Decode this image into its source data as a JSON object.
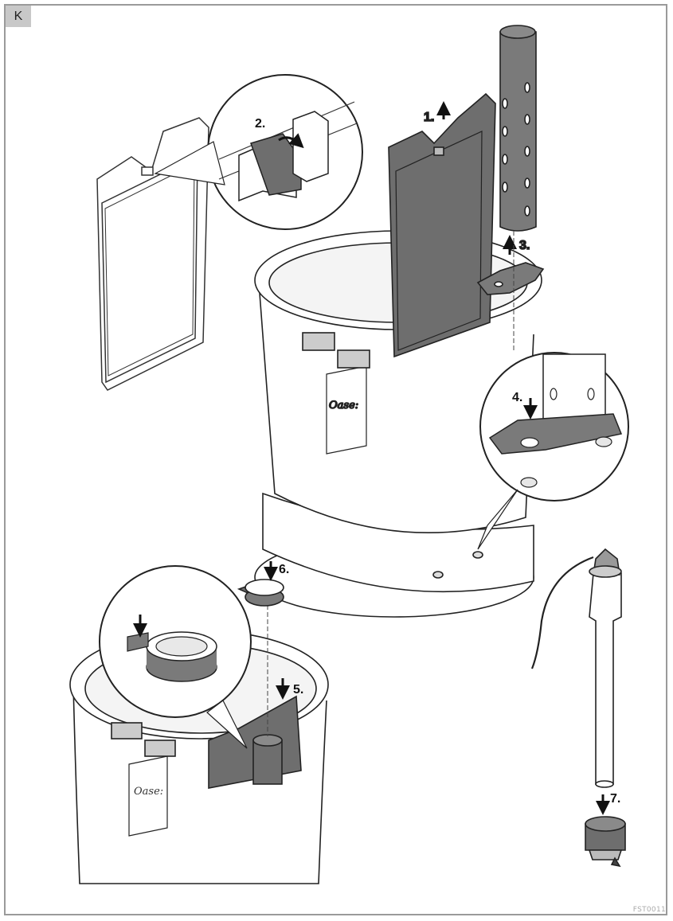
{
  "section": {
    "label": "K"
  },
  "steps": {
    "s1": "1.",
    "s2": "2.",
    "s3": "3.",
    "s4": "4.",
    "s5": "5.",
    "s6": "6.",
    "s7": "7."
  },
  "brand": {
    "logo_text": "Oase:"
  },
  "footer": {
    "doc_code": "FST0011"
  },
  "colors": {
    "frame": "#9a9a9a",
    "tab": "#c8c8c8",
    "part_dark": "#6e6e6e",
    "outline": "#222222"
  }
}
